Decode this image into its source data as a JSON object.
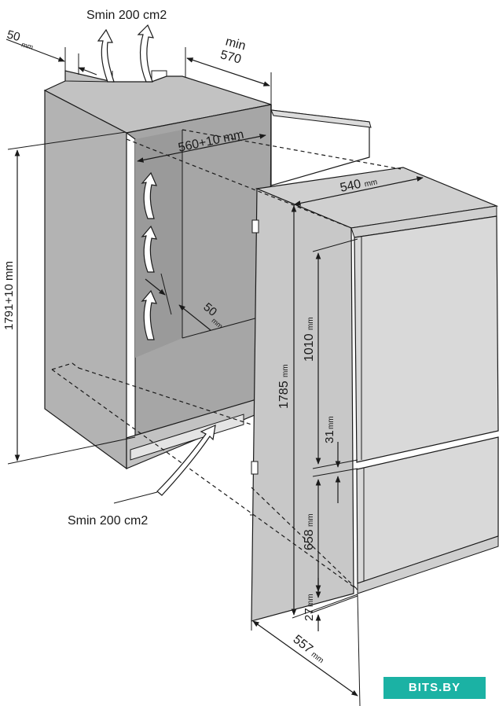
{
  "labels": {
    "top_gap": "50",
    "top_gap_unit": "mm",
    "top_vent": "Smin 200 cm2",
    "min_depth_word": "min",
    "min_depth_value": "570",
    "niche_width": "560+10 mm",
    "niche_height": "1791+10 mm",
    "side_gap": "50",
    "side_gap_unit": "mm",
    "appliance_width": "540",
    "appliance_width_unit": "mm",
    "appliance_height": "1785",
    "appliance_height_unit": "mm",
    "upper_door": "1010",
    "upper_door_unit": "mm",
    "door_gap": "31",
    "door_gap_unit": "mm",
    "lower_door": "658",
    "lower_door_unit": "mm",
    "plinth_gap": "27",
    "plinth_gap_unit": "mm",
    "appliance_depth": "557",
    "appliance_depth_unit": "mm",
    "bottom_vent": "Smin 200 cm2"
  },
  "watermark": "BITS.BY",
  "colors": {
    "cabinet_front": "#b3b3b3",
    "cabinet_top": "#c2c2c2",
    "cabinet_inside": "#a6a6a6",
    "appliance_side": "#c8c8c8",
    "appliance_front": "#d9d9d9",
    "watermark_bg": "#1bb2a4"
  }
}
